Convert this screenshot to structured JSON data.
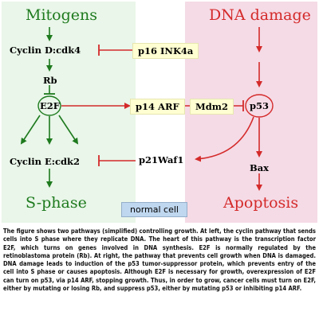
{
  "titles": {
    "mitogens": "Mitogens",
    "dna_damage": "DNA damage",
    "s_phase": "S-phase",
    "apoptosis": "Apoptosis"
  },
  "nodes": {
    "cyclin_d": "Cyclin D:cdk4",
    "rb": "Rb",
    "e2f": "E2F",
    "cyclin_e": "Cyclin E:cdk2",
    "p16": "p16  INK4a",
    "p14": "p14 ARF",
    "mdm2": "Mdm2",
    "p53": "p53",
    "p21": "p21Waf1",
    "bax": "Bax"
  },
  "badge": "normal cell",
  "caption": "The figure shows two pathways (simplified) controlling growth. At left, the cyclin pathway that sends cells into S phase where they replicate DNA. The heart of this pathway is the transcription factor E2F, which turns on genes involved in DNA synthesis. E2F is normally regulated by the retinoblastoma protein (Rb). At right, the pathway that prevents cell growth when DNA is damaged. DNA damage leads to induction of the p53 tumor-suppressor protein, which prevents entry of the cell into S phase or causes apoptosis. Although E2F is necessary for growth, overexpression of E2F can turn on p53, via p14 ARF, stopping growth. Thus, in order to grow, cancer cells must turn on E2F, either by mutating or losing Rb, and suppress p53, either by mutating p53 or inhibiting p14 ARF.",
  "colors": {
    "left_bg": "#e9f6e9",
    "right_bg": "#f5dbe6",
    "green": "#1e7a1e",
    "red": "#d42a2a",
    "box_bg": "#ffffd2",
    "badge_bg": "#bfd7ef"
  }
}
